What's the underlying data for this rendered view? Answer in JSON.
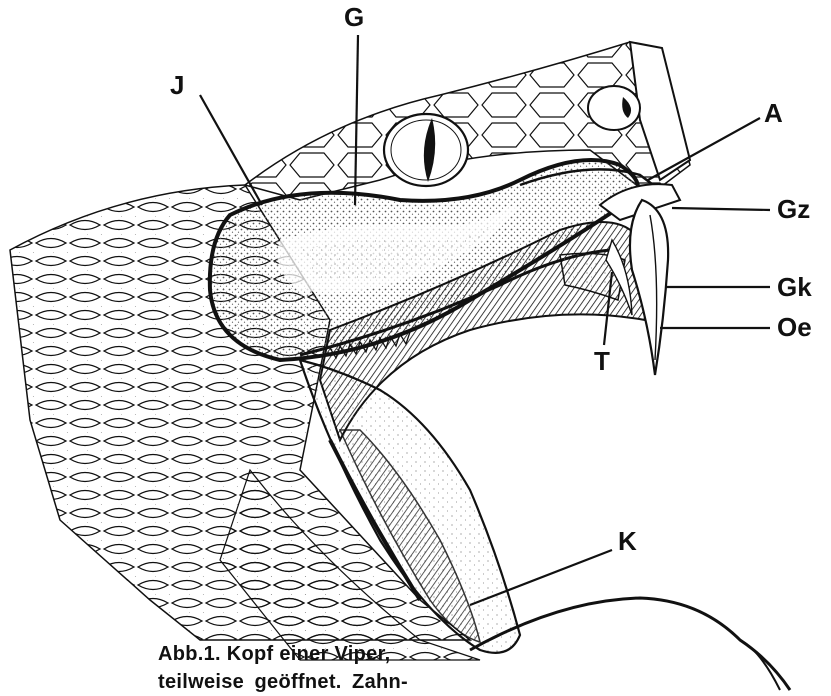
{
  "labels": {
    "G": "G",
    "J": "J",
    "A": "A",
    "Gz": "Gz",
    "Gk": "Gk",
    "Oe": "Oe",
    "T": "T",
    "K": "K"
  },
  "caption": {
    "line1": "Abb.1. Kopf einer Viper,",
    "line2_a": "teilweise",
    "line2_b": "geöffnet.",
    "line2_c": "Zahn-"
  },
  "colors": {
    "ink": "#111111",
    "paper": "#ffffff",
    "stipple": "#555555"
  }
}
